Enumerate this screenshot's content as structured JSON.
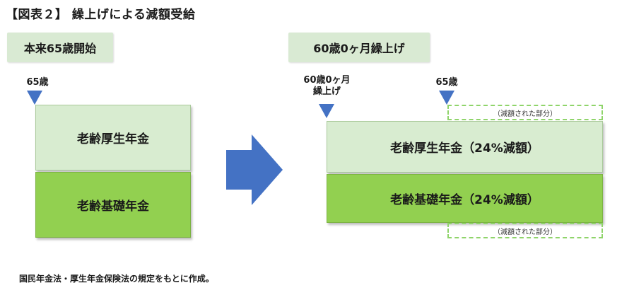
{
  "title": "【図表２】 繰上げによる減額受給",
  "left": {
    "header": "本来65歳開始",
    "age_marker": "65歳",
    "kosei": "老齢厚生年金",
    "kiso": "老齢基礎年金"
  },
  "right": {
    "header": "60歳0ヶ月繰上げ",
    "start_marker_line1": "60歳0ヶ月",
    "start_marker_line2": "繰上げ",
    "age_marker": "65歳",
    "reduced_top": "（減額された部分）",
    "kosei": "老齢厚生年金（24%減額）",
    "kiso": "老齢基礎年金（24%減額）",
    "reduced_bottom": "（減額された部分）"
  },
  "footnote": "国民年金法・厚生年金保険法の規定をもとに作成。",
  "colors": {
    "marker": "#4472c4",
    "arrow": "#4472c4",
    "kosei_fill": "#d8ecd0",
    "kiso_fill": "#92d050",
    "header_fill": "#d9ead3"
  }
}
